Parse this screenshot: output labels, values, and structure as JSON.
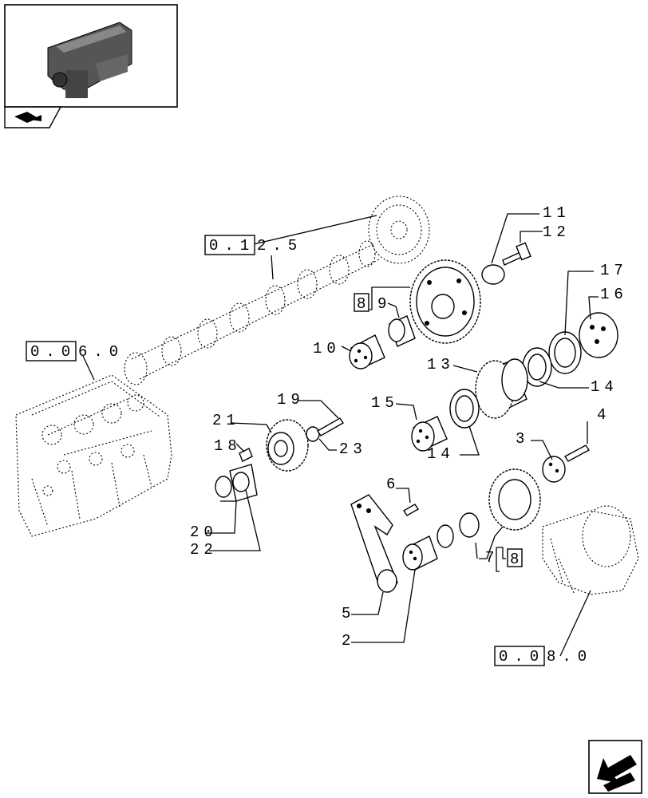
{
  "labels": {
    "p2": "2",
    "p3": "3",
    "p4": "4",
    "p5": "5",
    "p6": "6",
    "p7": "7",
    "p8a": "8",
    "p8b": "8",
    "p9": "9",
    "p10": "10",
    "p11": "11",
    "p12": "12",
    "p13": "13",
    "p14a": "14",
    "p14b": "14",
    "p15": "15",
    "p16": "16",
    "p17": "17",
    "p18": "18",
    "p19": "19",
    "p20": "20",
    "p21": "21",
    "p22": "22",
    "p23": "23"
  },
  "refs": {
    "r1_box": "0.1",
    "r1_tail": "2.5",
    "r2_box": "0.0",
    "r2_tail": "6.0",
    "r3_box": "0.0",
    "r3_tail": "8.0"
  },
  "icons": {
    "thumbnail": "engine-thumbnail-icon",
    "tab": "book-arrow-icon",
    "nav": "previous-page-arrow-icon"
  }
}
